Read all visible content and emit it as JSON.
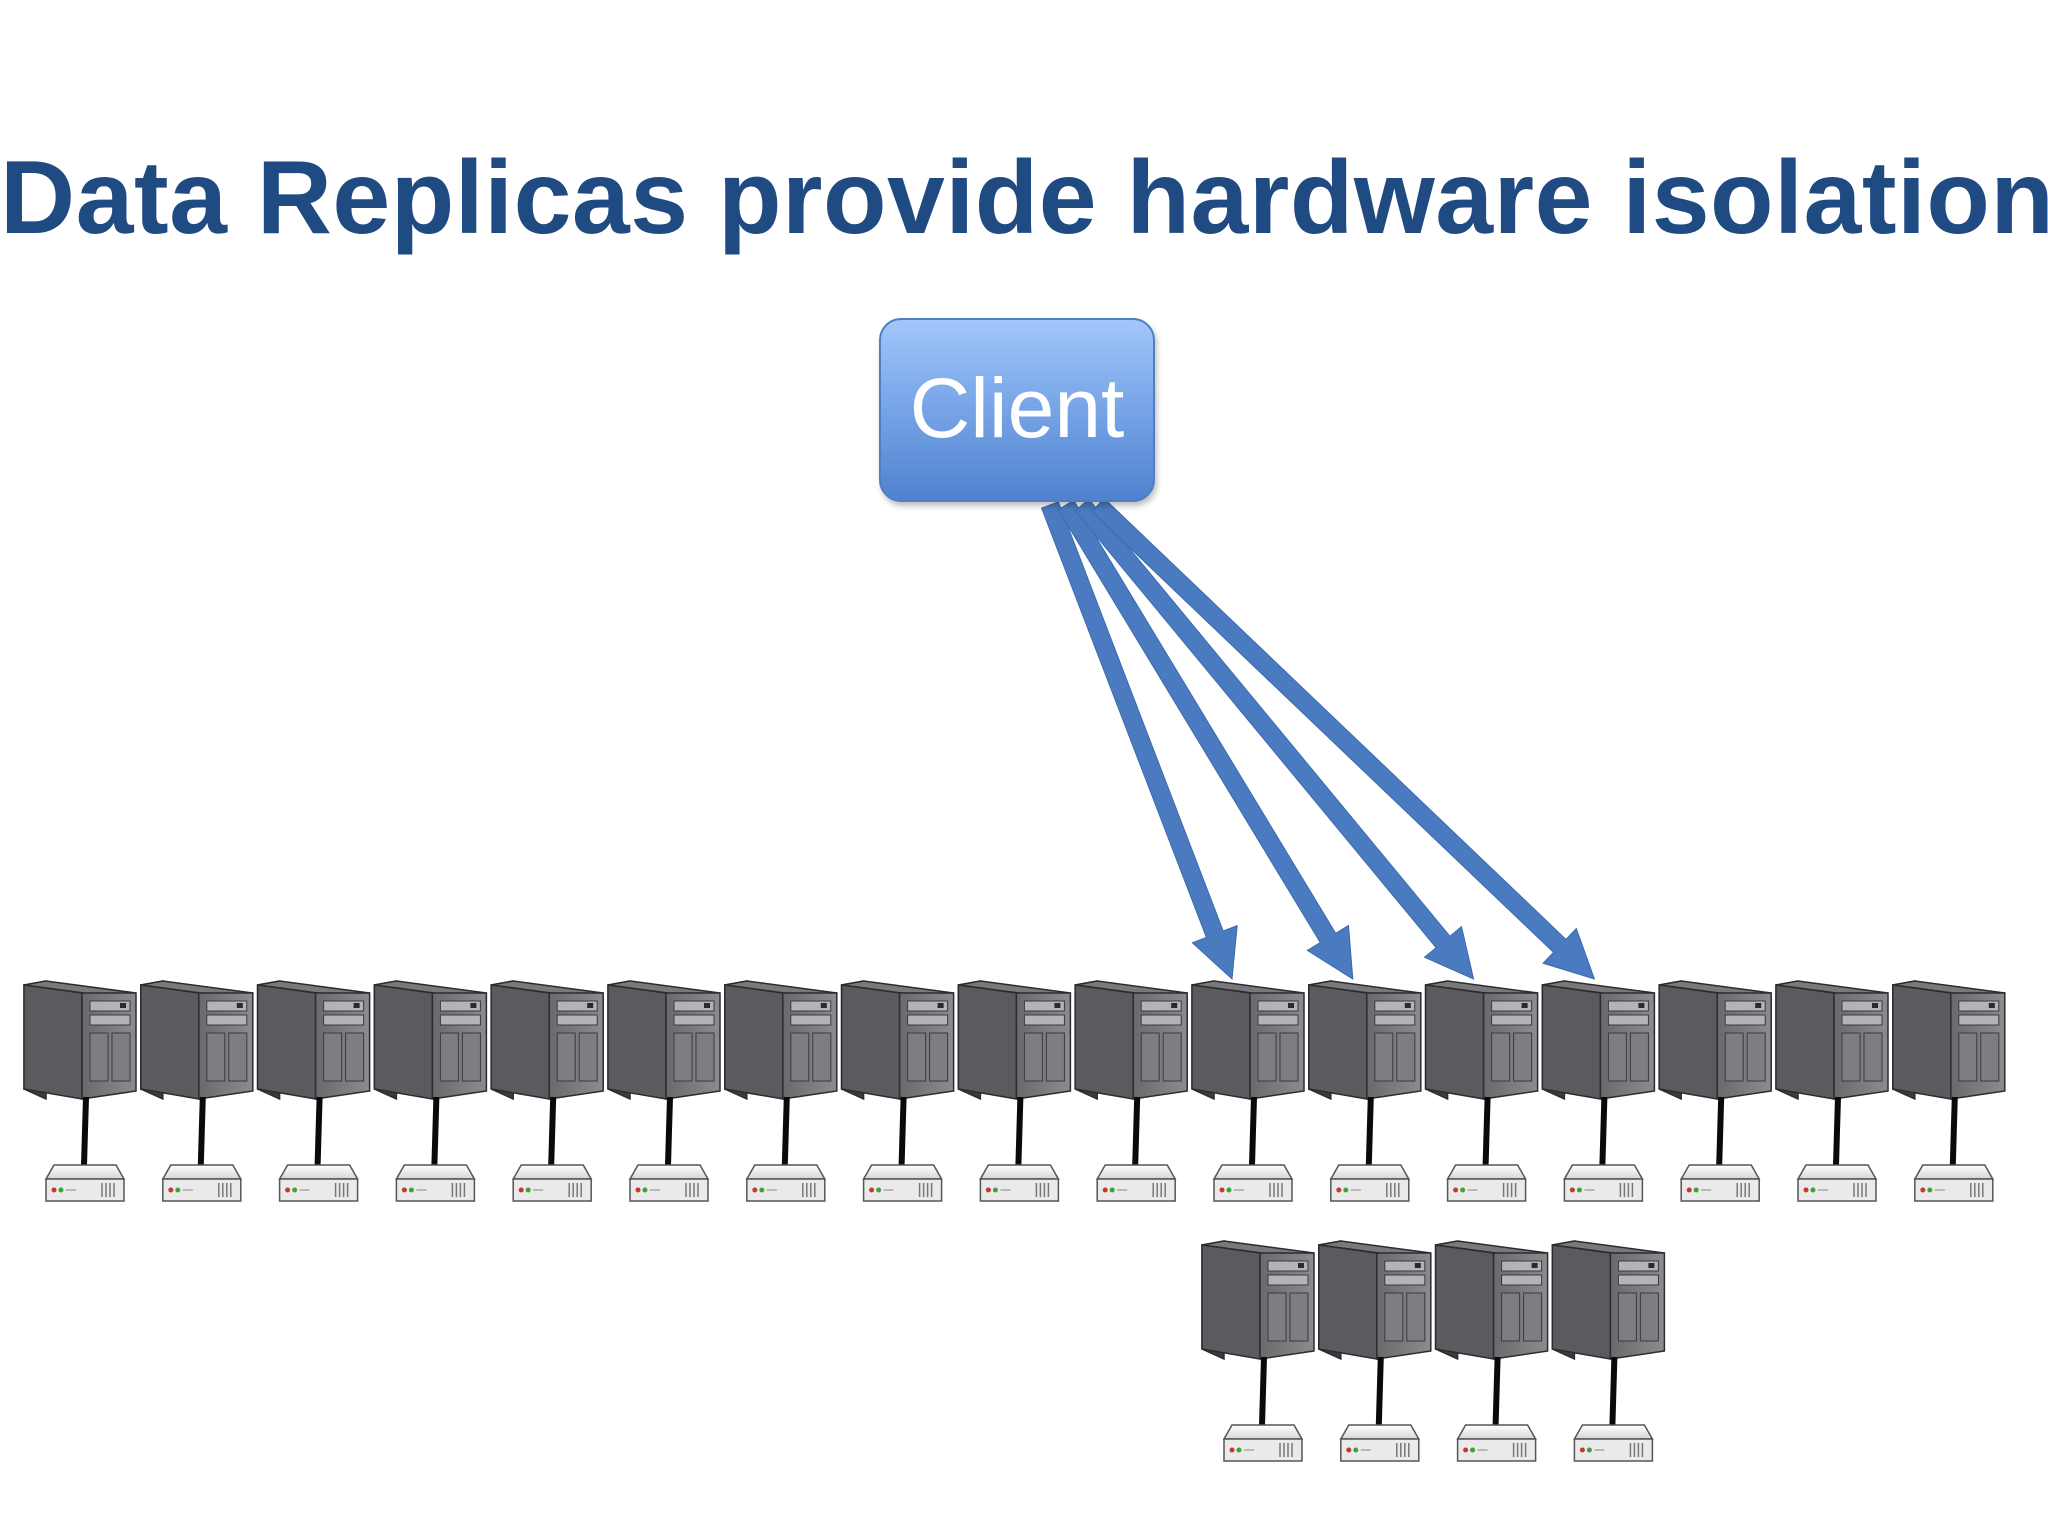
{
  "slide": {
    "title": "Data Replicas provide hardware isolation"
  },
  "client": {
    "label": "Client"
  },
  "colors": {
    "title": "#1f4b82",
    "arrow": "#4a7bc0",
    "server_body": "#5c5c5f",
    "server_dark": "#3b3b3e",
    "disk_body": "#e9e9e9"
  },
  "icons": {
    "server": "server-tower-icon",
    "disk": "storage-disk-icon",
    "arrow": "arrow-icon"
  },
  "diagram": {
    "top_row_server_count": 17,
    "bottom_row_server_count": 4,
    "replica_targets": [
      11,
      12,
      13,
      14
    ]
  }
}
